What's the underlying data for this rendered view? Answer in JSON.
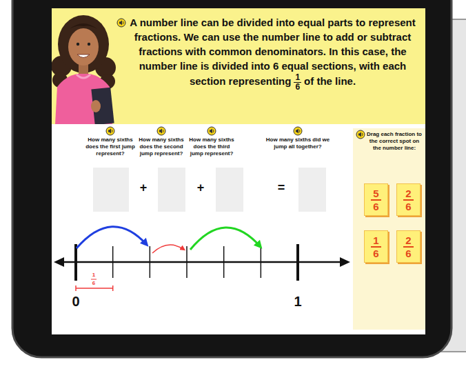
{
  "diagram": {
    "nodes": [
      {
        "text": [
          "A number line can be divided into equal parts to represent fractions. We can use the number line to add or subtract fractions with common denominators. In this case, the number line is divided into 6 equal sections, with each section representing",
          "1",
          "6",
          "of the line."
        ]
      },
      {
        "text": [
          "Drag each fraction to the correct spot on the number line:"
        ]
      },
      {
        "text": [
          "5",
          "6"
        ],
        "in": 1
      },
      {
        "text": [
          "2",
          "6"
        ],
        "in": 1
      },
      {
        "text": [
          "1",
          "6"
        ],
        "in": 1
      },
      {
        "text": [
          "2",
          "6"
        ],
        "in": 1
      }
    ],
    "labels": [
      "How many sixths does the first jump represent?",
      "How many sixths does the second jump represent?",
      "How many sixths does the third jump represent?",
      "How many sixths did we jump all together?",
      "+",
      "+",
      "=",
      "1",
      "6",
      "0",
      "1"
    ]
  }
}
